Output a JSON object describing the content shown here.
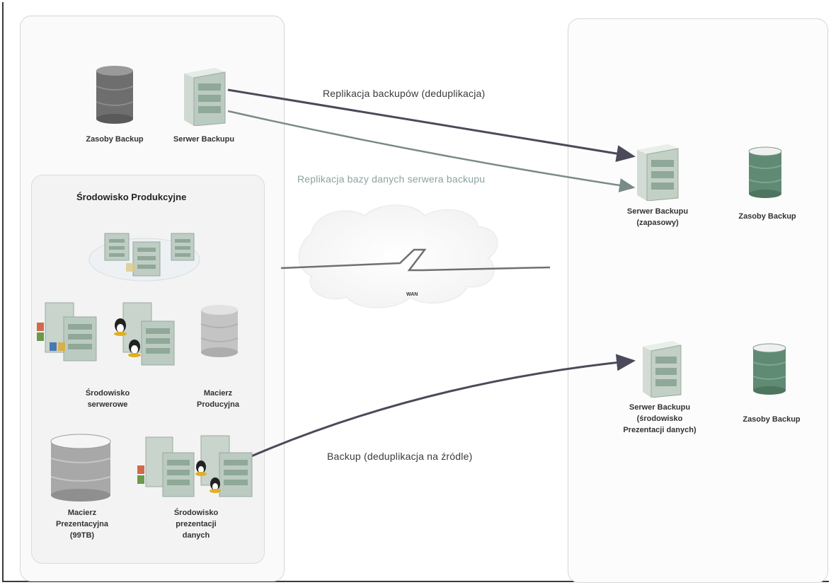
{
  "left_zone": {
    "storage_label": "Zasoby Backup",
    "server_label": "Serwer Backupu"
  },
  "production": {
    "title": "Środowisko Produkcyjne",
    "server_env_label_1": "Środowisko",
    "server_env_label_2": "serwerowe",
    "prod_array_label_1": "Macierz",
    "prod_array_label_2": "Producyjna",
    "pres_array_label_1": "Macierz",
    "pres_array_label_2": "Prezentacyjna",
    "pres_array_label_3": "(99TB)",
    "pres_env_label_1": "Środowisko",
    "pres_env_label_2": "prezentacji",
    "pres_env_label_3": "danych"
  },
  "right_zone": {
    "backup_server_label_1": "Serwer Backupu",
    "backup_server_label_2": "(zapasowy)",
    "storage_top_label": "Zasoby Backup",
    "pres_server_label_1": "Serwer Backupu",
    "pres_server_label_2": "(środowisko",
    "pres_server_label_3": "Prezentacji danych)",
    "storage_bottom_label": "Zasoby Backup"
  },
  "links": {
    "replication_backups": "Replikacja backupów (deduplikacja)",
    "replication_db": "Replikacja bazy danych serwera backupu",
    "wan": "WAN",
    "backup_source": "Backup (deduplikacja na źródle)"
  },
  "colors": {
    "server_green": "#a9c4b4",
    "db_dark": "#6e6e6e",
    "db_green": "#5f8a73",
    "arrow_dark": "#4a4a5a",
    "arrow_light": "#8a9a98"
  }
}
